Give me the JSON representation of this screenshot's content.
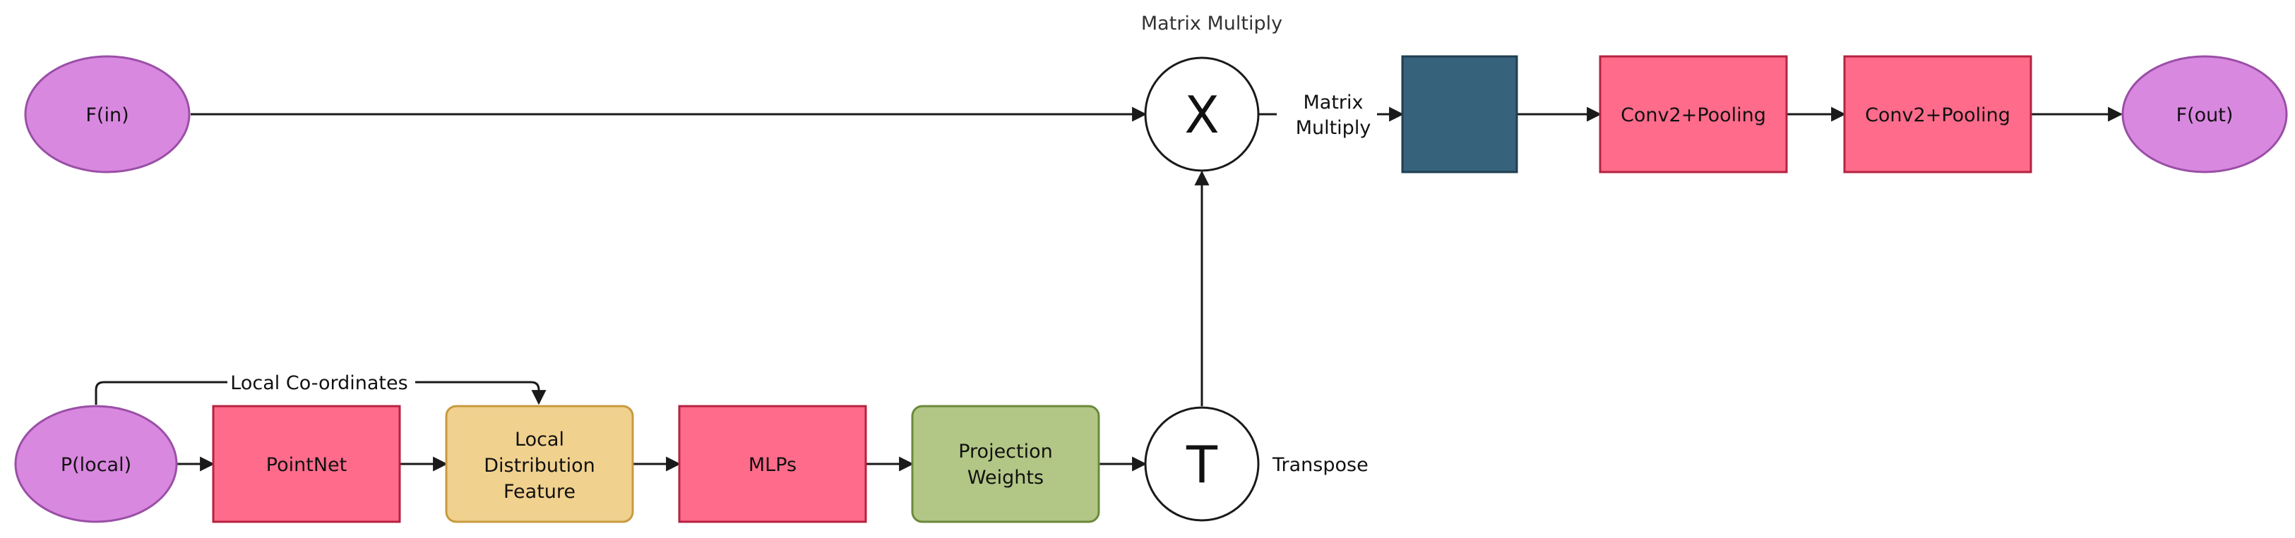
{
  "nodes": {
    "f_in": {
      "label": "F(in)",
      "color": "#d988e0",
      "stroke": "#9a4fa6"
    },
    "f_out": {
      "label": "F(out)",
      "color": "#d988e0",
      "stroke": "#9a4fa6"
    },
    "p_local": {
      "label": "P(local)",
      "color": "#d988e0",
      "stroke": "#9a4fa6"
    },
    "pointnet": {
      "label": "PointNet",
      "color": "#ff6b8b",
      "stroke": "#b5223f"
    },
    "local_dist": {
      "lines": [
        "Local",
        "Distribution",
        "Feature"
      ],
      "color": "#f0d18e",
      "stroke": "#c79a3e"
    },
    "mlps": {
      "label": "MLPs",
      "color": "#ff6b8b",
      "stroke": "#b5223f"
    },
    "proj_weights": {
      "lines": [
        "Projection",
        "Weights"
      ],
      "color": "#b2c785",
      "stroke": "#6a8a3a"
    },
    "transpose_op": {
      "symbol": "T"
    },
    "multiply_op": {
      "symbol": "X"
    },
    "dark_block": {
      "color": "#37627c",
      "stroke": "#1f3f52"
    },
    "conv1": {
      "label": "Conv2+Pooling",
      "color": "#ff6b8b",
      "stroke": "#b5223f"
    },
    "conv2": {
      "label": "Conv2+Pooling",
      "color": "#ff6b8b",
      "stroke": "#b5223f"
    }
  },
  "labels": {
    "matrix_multiply_top": "Matrix Multiply",
    "matrix_multiply_side": [
      "Matrix",
      "Multiply"
    ],
    "transpose": "Transpose",
    "local_coordinates": "Local Co-ordinates"
  }
}
